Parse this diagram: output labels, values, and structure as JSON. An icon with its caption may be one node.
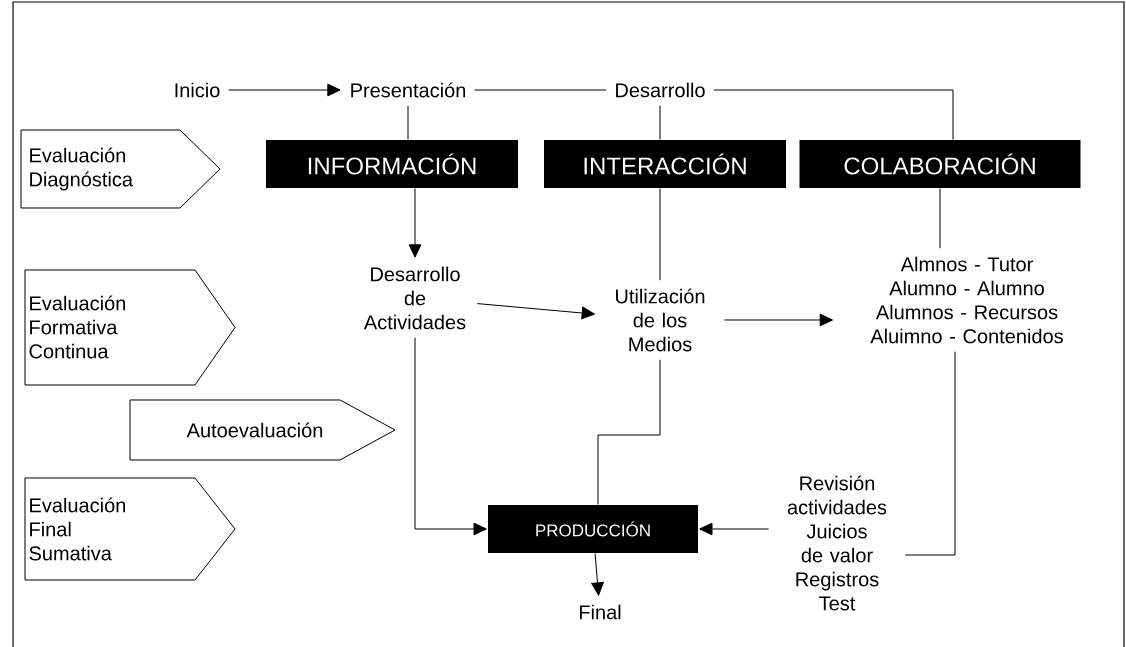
{
  "diagram": {
    "nodes": [
      {
        "text": [
          "Inicio"
        ]
      },
      {
        "text": [
          "Presentación"
        ]
      },
      {
        "text": [
          "Desarrollo"
        ]
      },
      {
        "text": [
          "Evaluación Diagnóstica"
        ]
      },
      {
        "text": [
          "INFORMACIÓN"
        ]
      },
      {
        "text": [
          "INTERACCIÓN"
        ]
      },
      {
        "text": [
          "COLABORACIÓN"
        ]
      },
      {
        "text": [
          "Desarrollo de Actividades"
        ]
      },
      {
        "text": [
          "Evaluación Formativa Continua"
        ]
      },
      {
        "text": [
          "Utilización de los Medios"
        ]
      },
      {
        "text": [
          "Almnos - Tutor",
          "Alumno - Alumno",
          "Alumnos - Recursos",
          "Aluimno - Contenidos"
        ]
      },
      {
        "text": [
          "Autoevaluación"
        ]
      },
      {
        "text": [
          "Evaluación Final Sumativa"
        ]
      },
      {
        "text": [
          "PRODUCCIÓN"
        ]
      },
      {
        "text": [
          "Revisión actividades",
          "Juicios de valor",
          "Registros",
          "Test"
        ]
      },
      {
        "text": [
          "Final"
        ]
      }
    ],
    "edges": [
      {
        "from": 0,
        "to": 1,
        "arrow": "to"
      },
      {
        "from": 1,
        "to": 2,
        "arrow": "none"
      },
      {
        "from": 2,
        "to": 6,
        "arrow": "none"
      },
      {
        "from": 1,
        "to": 4,
        "arrow": "none"
      },
      {
        "from": 2,
        "to": 5,
        "arrow": "none"
      },
      {
        "from": 6,
        "to": 10,
        "arrow": "none"
      },
      {
        "from": 4,
        "to": 7,
        "arrow": "to"
      },
      {
        "from": 5,
        "to": 9,
        "arrow": "none"
      },
      {
        "from": 7,
        "to": 9,
        "arrow": "to"
      },
      {
        "from": 9,
        "to": 10,
        "arrow": "to"
      },
      {
        "from": 7,
        "to": 13,
        "arrow": "to"
      },
      {
        "from": 9,
        "to": 13,
        "arrow": "none"
      },
      {
        "from": 10,
        "to": 14,
        "arrow": "none"
      },
      {
        "from": 14,
        "to": 13,
        "arrow": "to"
      },
      {
        "from": 13,
        "to": 15,
        "arrow": "to"
      }
    ]
  }
}
